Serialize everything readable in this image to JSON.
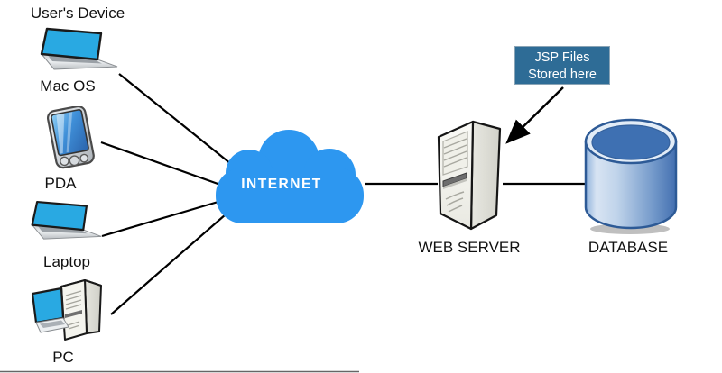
{
  "diagram": {
    "type": "network-architecture",
    "description": "Client devices connect through the Internet to a web server (where JSP files are stored) backed by a database"
  },
  "nodes": {
    "users_device_heading": "User's Device",
    "devices": [
      {
        "id": "mac",
        "label": "Mac OS",
        "icon": "laptop-icon"
      },
      {
        "id": "pda",
        "label": "PDA",
        "icon": "pda-icon"
      },
      {
        "id": "laptop",
        "label": "Laptop",
        "icon": "laptop-icon"
      },
      {
        "id": "pc",
        "label": "PC",
        "icon": "desktop-pc-icon"
      }
    ],
    "internet": {
      "label": "INTERNET",
      "shape": "cloud"
    },
    "web_server": {
      "label": "WEB SERVER",
      "shape": "server-tower"
    },
    "database": {
      "label": "DATABASE",
      "shape": "cylinder"
    },
    "annotation": {
      "line1": "JSP Files",
      "line2": "Stored here",
      "points_to": "web_server"
    }
  },
  "connections": [
    {
      "from": "mac",
      "to": "internet",
      "style": "line"
    },
    {
      "from": "pda",
      "to": "internet",
      "style": "line"
    },
    {
      "from": "laptop",
      "to": "internet",
      "style": "line"
    },
    {
      "from": "pc",
      "to": "internet",
      "style": "line"
    },
    {
      "from": "internet",
      "to": "web_server",
      "style": "line"
    },
    {
      "from": "web_server",
      "to": "database",
      "style": "line"
    },
    {
      "from": "annotation",
      "to": "web_server",
      "style": "arrow"
    }
  ],
  "colors": {
    "cloud_blue": "#2D97F0",
    "screen_blue": "#29A9E2",
    "annotation_bg": "#2E6C96",
    "db_blue": "#3E70B2",
    "db_border": "#2D5A96",
    "connector": "#000000",
    "label_text": "#111111"
  }
}
